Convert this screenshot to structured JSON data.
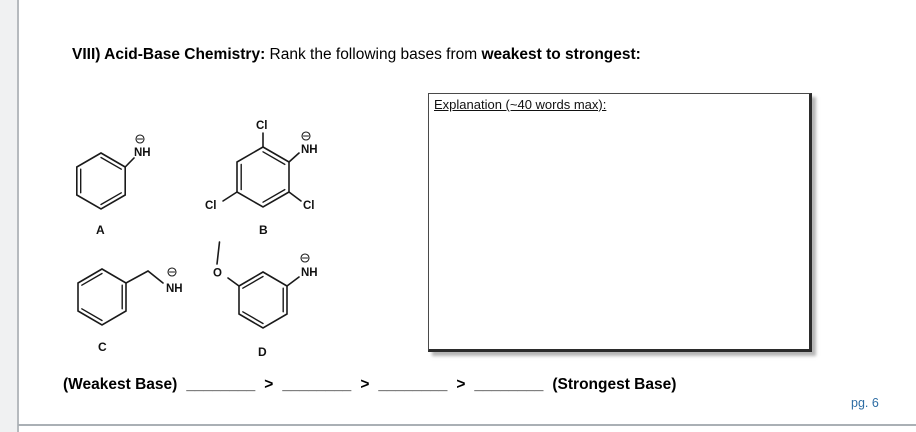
{
  "page": {
    "title_parts": {
      "section_bold": "VIII) Acid-Base Chemistry:",
      "middle": " Rank the following bases from ",
      "emphasis_bold": "weakest to strongest:"
    },
    "page_number": "pg. 6"
  },
  "structures": [
    {
      "label": "A",
      "charge": "negative",
      "atoms": {
        "nh": "NH"
      }
    },
    {
      "label": "B",
      "charge": "negative",
      "atoms": {
        "nh": "NH",
        "cl_top": "Cl",
        "cl_bottom_left": "Cl",
        "cl_bottom_right": "Cl"
      }
    },
    {
      "label": "C",
      "charge": "negative",
      "atoms": {
        "nh": "NH"
      }
    },
    {
      "label": "D",
      "charge": "negative",
      "atoms": {
        "nh": "NH",
        "o": "O"
      }
    }
  ],
  "icons": {
    "negative_charge": "circled-minus"
  },
  "explanation_box": {
    "label": "Explanation (~40 words max):",
    "value": ""
  },
  "ranking": {
    "weakest_label": "(Weakest Base)",
    "separator": ">",
    "blank": "________",
    "strongest_label": "(Strongest Base)"
  },
  "colors": {
    "page_number_blue": "#2e6da4",
    "chrome_line": "#b6babe",
    "chrome_bg": "#f0f1f2"
  }
}
